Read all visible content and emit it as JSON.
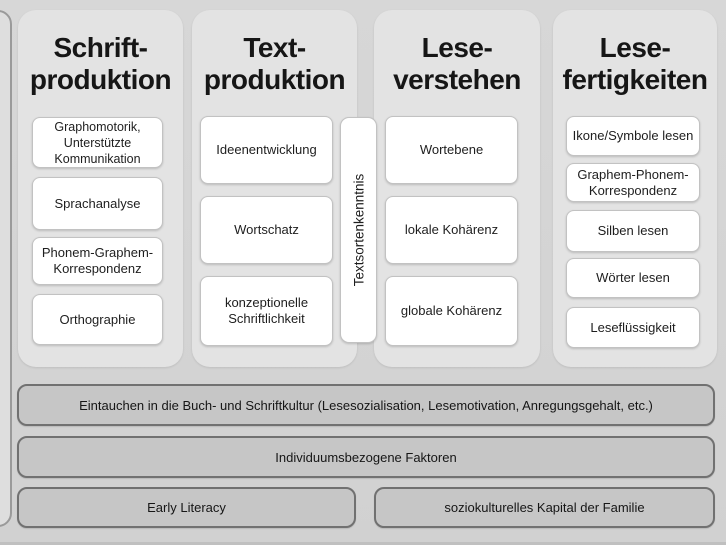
{
  "figure": {
    "columns": [
      {
        "title_line1": "Schrift-",
        "title_line2": "produktion",
        "boxes": [
          "Graphomotorik, Unterstützte Kommunikation",
          "Sprachanalyse",
          "Phonem-Graphem-Korrespondenz",
          "Orthographie"
        ]
      },
      {
        "title_line1": "Text-",
        "title_line2": "produktion",
        "boxes": [
          "Ideenentwicklung",
          "Wortschatz",
          "konzeptionelle Schriftlichkeit"
        ]
      },
      {
        "title_line1": "Lese-",
        "title_line2": "verstehen",
        "boxes": [
          "Wortebene",
          "lokale Kohärenz",
          "globale Kohärenz"
        ]
      },
      {
        "title_line1": "Lese-",
        "title_line2": "fertigkeiten",
        "boxes": [
          "Ikone/Symbole lesen",
          "Graphem-Phonem-Korrespondenz",
          "Silben lesen",
          "Wörter lesen",
          "Leseflüssigkeit"
        ]
      }
    ],
    "vertical_box_label": "Textsortenkenntnis",
    "foundation_bars": [
      "Eintauchen in die Buch- und Schriftkultur (Lesesozialisation, Lesemotivation, Anregungsgehalt, etc.)",
      "Individuumsbezogene Faktoren"
    ],
    "bottom_bars": [
      "Early Literacy",
      "soziokulturelles Kapital der Familie"
    ],
    "colors": {
      "background": "#d4d4d4",
      "column_fill": "#e3e3e3",
      "box_fill": "#ffffff",
      "box_border": "#c2c2c2",
      "bar_fill": "#c6c6c6",
      "bar_border": "#717171",
      "text": "#1e1e1e"
    }
  }
}
